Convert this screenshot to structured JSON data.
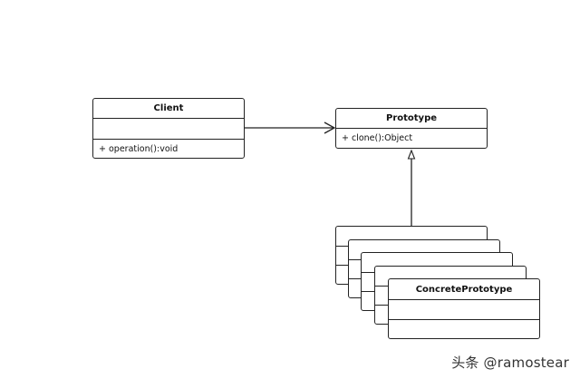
{
  "diagram": {
    "client": {
      "name": "Client",
      "method": "+ operation():void"
    },
    "prototype": {
      "name": "Prototype",
      "method": "+ clone():Object"
    },
    "concrete_prototype": {
      "name": "ConcretePrototype"
    }
  },
  "watermark": "头条 @ramostear"
}
